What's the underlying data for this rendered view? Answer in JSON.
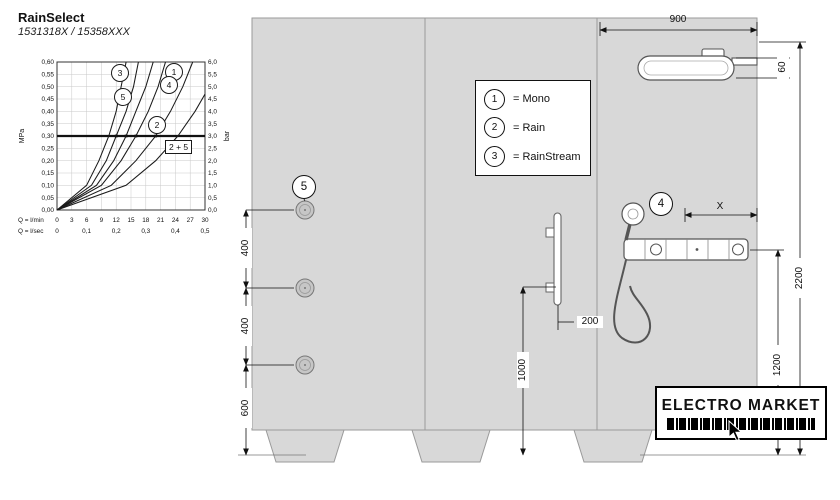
{
  "header": {
    "title": "RainSelect",
    "model": "1531318X / 15358XXX"
  },
  "chart_data": {
    "type": "line",
    "title": "RainSelect flow rate curves",
    "xlabel_lmin": "Q = l/min",
    "xlabel_lsec": "Q = l/sec",
    "ylabel_left": "MPa",
    "ylabel_right": "bar",
    "xlim": [
      0,
      30
    ],
    "ylim": [
      0,
      0.6
    ],
    "grid": true,
    "x_ticks_lmin": [
      "0",
      "3",
      "6",
      "9",
      "12",
      "15",
      "18",
      "21",
      "24",
      "27",
      "30"
    ],
    "x_ticks_lsec": [
      "0",
      "0,1",
      "0,2",
      "0,3",
      "0,4",
      "0,5"
    ],
    "y_ticks_mpa": [
      "0,60",
      "0,55",
      "0,50",
      "0,45",
      "0,40",
      "0,35",
      "0,30",
      "0,25",
      "0,20",
      "0,15",
      "0,10",
      "0,05",
      "0,00"
    ],
    "y_ticks_bar": [
      "6,0",
      "5,5",
      "5,0",
      "4,5",
      "4,0",
      "3,5",
      "3,0",
      "2,5",
      "2,0",
      "1,5",
      "1,0",
      "0,5",
      "0,0"
    ],
    "reference_pressure_mpa": 0.3,
    "series": [
      {
        "name": "3",
        "points": [
          [
            0,
            0
          ],
          [
            6,
            0.1
          ],
          [
            8.5,
            0.2
          ],
          [
            10.5,
            0.3
          ],
          [
            12,
            0.4
          ],
          [
            13,
            0.5
          ],
          [
            14,
            0.6
          ]
        ]
      },
      {
        "name": "5",
        "points": [
          [
            0,
            0
          ],
          [
            7,
            0.1
          ],
          [
            10,
            0.2
          ],
          [
            12,
            0.3
          ],
          [
            14,
            0.4
          ],
          [
            15.5,
            0.5
          ],
          [
            16.5,
            0.6
          ]
        ],
        "marker_at": 0.3
      },
      {
        "name": "4",
        "points": [
          [
            0,
            0
          ],
          [
            8,
            0.1
          ],
          [
            11.5,
            0.2
          ],
          [
            14,
            0.3
          ],
          [
            16,
            0.4
          ],
          [
            18,
            0.5
          ],
          [
            19.5,
            0.6
          ]
        ],
        "marker_at": 0.3
      },
      {
        "name": "1",
        "points": [
          [
            0,
            0
          ],
          [
            9,
            0.1
          ],
          [
            13,
            0.2
          ],
          [
            16,
            0.3
          ],
          [
            18.5,
            0.4
          ],
          [
            20.5,
            0.5
          ],
          [
            22,
            0.6
          ]
        ],
        "marker_at": 0.3
      },
      {
        "name": "2",
        "points": [
          [
            0,
            0
          ],
          [
            11,
            0.1
          ],
          [
            16,
            0.2
          ],
          [
            20,
            0.3
          ],
          [
            23,
            0.4
          ],
          [
            25.5,
            0.5
          ],
          [
            27.5,
            0.6
          ]
        ],
        "marker_at": 0.3
      },
      {
        "name": "2 + 5",
        "points": [
          [
            0,
            0
          ],
          [
            14,
            0.1
          ],
          [
            20,
            0.2
          ],
          [
            24.5,
            0.3
          ],
          [
            28,
            0.4
          ],
          [
            30,
            0.47
          ]
        ]
      }
    ]
  },
  "legend": {
    "items": [
      {
        "num": "1",
        "label": "= Mono"
      },
      {
        "num": "2",
        "label": "= Rain"
      },
      {
        "num": "3",
        "label": "= RainStream"
      }
    ]
  },
  "callouts": {
    "jets": "5",
    "hand_shower": "4"
  },
  "dimensions": {
    "top_width": "900",
    "head_drop": "60",
    "total_height": "2200",
    "control_height": "1200",
    "jet_gap_1": "400",
    "jet_gap_2": "400",
    "jet_floor": "600",
    "bar_gap": "200",
    "hose_height": "1000",
    "x_dim": "X"
  },
  "logo": {
    "name": "ELECTRO MARKET"
  }
}
